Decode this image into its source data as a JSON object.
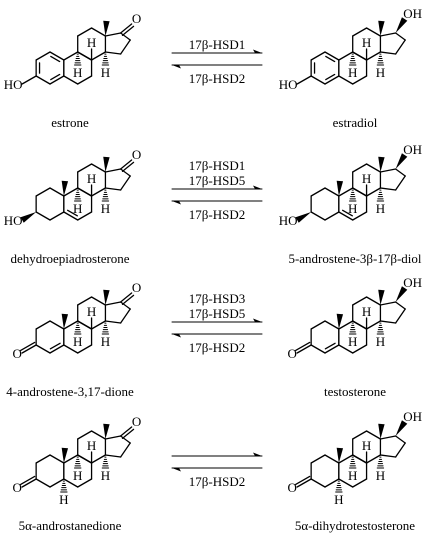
{
  "reactions": [
    {
      "substrate": {
        "name": "estrone",
        "atom_labels": [
          "O",
          "HO",
          "H",
          "H",
          "H"
        ]
      },
      "product": {
        "name": "estradiol",
        "atom_labels": [
          "OH",
          "HO",
          "H",
          "H",
          "H"
        ]
      },
      "forward_enzymes": [
        "17β-HSD1"
      ],
      "reverse_enzymes": [
        "17β-HSD2"
      ]
    },
    {
      "substrate": {
        "name": "dehydroepiadrosterone",
        "atom_labels": [
          "O",
          "HO",
          "H",
          "H",
          "H"
        ]
      },
      "product": {
        "name": "5-androstene-3β-17β-diol",
        "atom_labels": [
          "OH",
          "HO",
          "H",
          "H",
          "H"
        ]
      },
      "forward_enzymes": [
        "17β-HSD1",
        "17β-HSD5"
      ],
      "reverse_enzymes": [
        "17β-HSD2"
      ]
    },
    {
      "substrate": {
        "name": "4-androstene-3,17-dione",
        "atom_labels": [
          "O",
          "O",
          "H",
          "H",
          "H"
        ]
      },
      "product": {
        "name": "testosterone",
        "atom_labels": [
          "OH",
          "O",
          "H",
          "H",
          "H"
        ]
      },
      "forward_enzymes": [
        "17β-HSD3",
        "17β-HSD5"
      ],
      "reverse_enzymes": [
        "17β-HSD2"
      ]
    },
    {
      "substrate": {
        "name": "5α-androstanedione",
        "atom_labels": [
          "O",
          "O",
          "H",
          "H",
          "H",
          "H"
        ]
      },
      "product": {
        "name": "5α-dihydrotestosterone",
        "atom_labels": [
          "OH",
          "O",
          "H",
          "H",
          "H",
          "H"
        ]
      },
      "forward_enzymes": [],
      "reverse_enzymes": [
        "17β-HSD2"
      ]
    }
  ]
}
